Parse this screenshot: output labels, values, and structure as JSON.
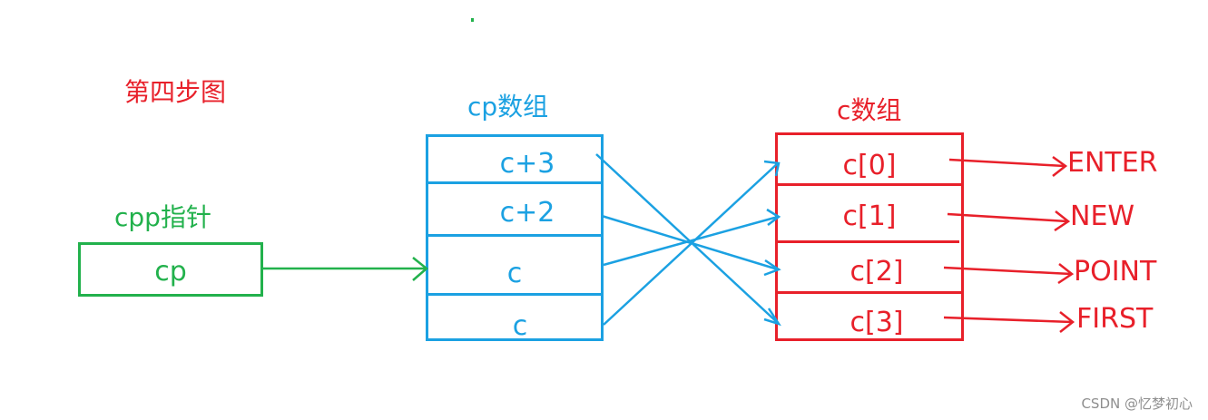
{
  "title": "第四步图",
  "cpp": {
    "label": "cpp指针",
    "value": "cp"
  },
  "cp_array": {
    "label": "cp数组",
    "cells": [
      "c+3",
      "c+2",
      "c",
      "c"
    ]
  },
  "c_array": {
    "label": "c数组",
    "cells": [
      "c[0]",
      "c[1]",
      "c[2]",
      "c[3]"
    ]
  },
  "strings": [
    "ENTER",
    "NEW",
    "POINT",
    "FIRST"
  ],
  "watermark": "CSDN @忆梦初心",
  "colors": {
    "red": "#e8202a",
    "blue": "#1ba1e2",
    "green": "#22b14c"
  }
}
